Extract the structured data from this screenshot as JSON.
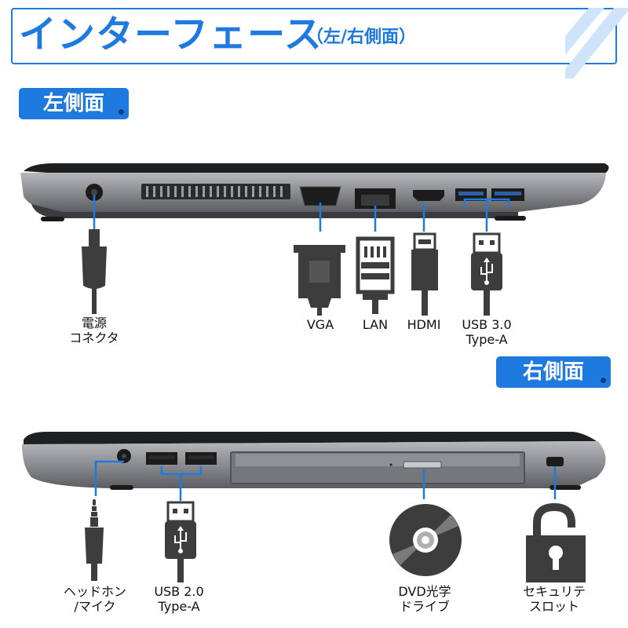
{
  "header": {
    "title": "インターフェース",
    "subtitle": "（左/右側面）"
  },
  "sections": {
    "left": {
      "label": "左側面"
    },
    "right": {
      "label": "右側面"
    }
  },
  "ports_left": {
    "power": {
      "line1": "電源",
      "line2": "コネクタ"
    },
    "vga": {
      "label": "VGA"
    },
    "lan": {
      "label": "LAN"
    },
    "hdmi": {
      "label": "HDMI"
    },
    "usb3": {
      "line1": "USB 3.0",
      "line2": "Type-A"
    }
  },
  "ports_right": {
    "headphone": {
      "line1": "ヘッドホン",
      "line2": "/マイク"
    },
    "usb2": {
      "line1": "USB 2.0",
      "line2": "Type-A"
    },
    "dvd": {
      "line1": "DVD光学",
      "line2": "ドライブ"
    },
    "security": {
      "line1": "セキュリテ",
      "line2": "スロット"
    }
  },
  "colors": {
    "accent": "#1f7ae0",
    "laptop_body": "#8c8e92",
    "laptop_dark": "#2a2b2e",
    "icon": "#3d3d3d"
  }
}
